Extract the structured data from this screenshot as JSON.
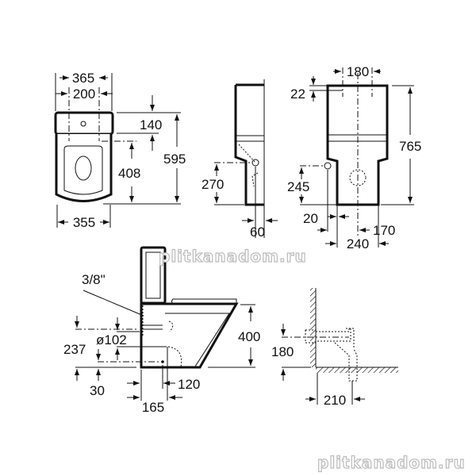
{
  "title": "Toilet dimension drawing",
  "top_view": {
    "width_total": "365",
    "hole_spacing": "200",
    "tank_depth": "140",
    "seat_to_fix": "408",
    "total_depth": "595",
    "bowl_width": "355"
  },
  "side_view_small": {
    "inlet_height": "270",
    "inlet_offset": "60"
  },
  "front_view": {
    "fix_spacing": "180",
    "top_offset": "22",
    "height": "765",
    "inlet_height": "245",
    "inlet_offset": "20",
    "outlet_offset": "170",
    "base_width": "240"
  },
  "side_view": {
    "connection": "3/8\"",
    "outlet_diameter": "ø102",
    "height_bowl": "400",
    "outlet_height": "237",
    "base_offset": "30",
    "outlet_distance": "120",
    "fix_distance": "165"
  },
  "detail": {
    "pipe_height": "180",
    "wall_distance": "210"
  },
  "watermark": [
    "plitkanadom.ru",
    "plitkanadom.ru"
  ]
}
